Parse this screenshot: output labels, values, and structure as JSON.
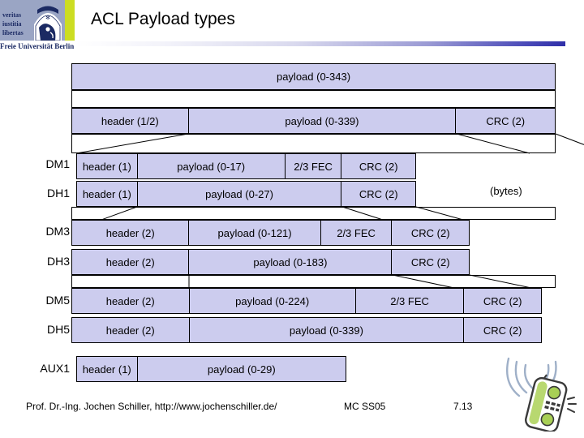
{
  "slide": {
    "title": "ACL Payload types",
    "units_note": "(bytes)"
  },
  "logo": {
    "motto": [
      "veritas",
      "iustitia",
      "libertas"
    ],
    "university": "Freie Universität Berlin",
    "bg_color": "#9aa5c4",
    "stripe_color": "#ccdd22"
  },
  "theme": {
    "cell_fill": "#ccccee",
    "border": "#000000",
    "rule_gradient_end": "#2f2fa8"
  },
  "diagram": {
    "top_bands": [
      {
        "name": "payload-total",
        "cells": [
          {
            "label": "payload (0-343)",
            "filled": true
          }
        ]
      },
      {
        "name": "spacer-1",
        "cells": [
          {
            "label": "",
            "filled": false
          }
        ]
      },
      {
        "name": "packet-overview",
        "cells": [
          {
            "label": "header (1/2)",
            "filled": true
          },
          {
            "label": "payload (0-339)",
            "filled": true
          },
          {
            "label": "CRC (2)",
            "filled": true
          }
        ]
      }
    ],
    "rows": [
      {
        "label": "DM1",
        "cells": [
          {
            "label": "header (1)",
            "filled": true
          },
          {
            "label": "payload (0-17)",
            "filled": true
          },
          {
            "label": "2/3 FEC",
            "filled": true
          },
          {
            "label": "CRC (2)",
            "filled": true
          }
        ]
      },
      {
        "label": "DH1",
        "cells": [
          {
            "label": "header (1)",
            "filled": true
          },
          {
            "label": "payload (0-27)",
            "filled": true
          },
          {
            "label": "CRC (2)",
            "filled": true
          }
        ]
      },
      {
        "label": "DM3",
        "cells": [
          {
            "label": "header (2)",
            "filled": true
          },
          {
            "label": "payload (0-121)",
            "filled": true
          },
          {
            "label": "2/3 FEC",
            "filled": true
          },
          {
            "label": "CRC (2)",
            "filled": true
          }
        ]
      },
      {
        "label": "DH3",
        "cells": [
          {
            "label": "header (2)",
            "filled": true
          },
          {
            "label": "payload (0-183)",
            "filled": true
          },
          {
            "label": "CRC (2)",
            "filled": true
          }
        ]
      },
      {
        "label": "DM5",
        "cells": [
          {
            "label": "header (2)",
            "filled": true
          },
          {
            "label": "payload (0-224)",
            "filled": true
          },
          {
            "label": "2/3 FEC",
            "filled": true
          },
          {
            "label": "CRC (2)",
            "filled": true
          }
        ]
      },
      {
        "label": "DH5",
        "cells": [
          {
            "label": "header (2)",
            "filled": true
          },
          {
            "label": "payload (0-339)",
            "filled": true
          },
          {
            "label": "CRC (2)",
            "filled": true
          }
        ]
      },
      {
        "label": "AUX1",
        "cells": [
          {
            "label": "header (1)",
            "filled": true
          },
          {
            "label": "payload (0-29)",
            "filled": true
          }
        ]
      }
    ]
  },
  "clipart": {
    "phone": "mobile-phone-with-radio-waves"
  },
  "footer": {
    "author": "Prof. Dr.-Ing. Jochen Schiller, http://www.jochenschiller.de/",
    "course": "MC SS05",
    "page": "7.13"
  }
}
